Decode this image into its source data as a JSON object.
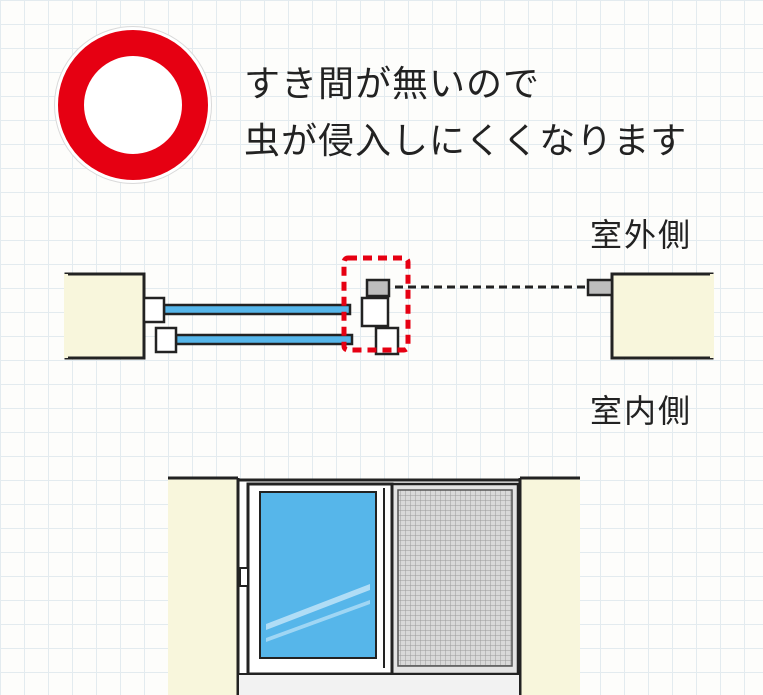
{
  "status": {
    "symbol": "circle-ok-icon",
    "color": "#e60012"
  },
  "message": {
    "line1": "すき間が無いので",
    "line2": "虫が侵入しにくくなります"
  },
  "labels": {
    "outside": "室外側",
    "inside": "室内側"
  },
  "colors": {
    "wall": "#f8f6dc",
    "glass": "#56b6ea",
    "screen": "#c9c9c9",
    "highlight": "#e60012",
    "outline": "#222222"
  }
}
